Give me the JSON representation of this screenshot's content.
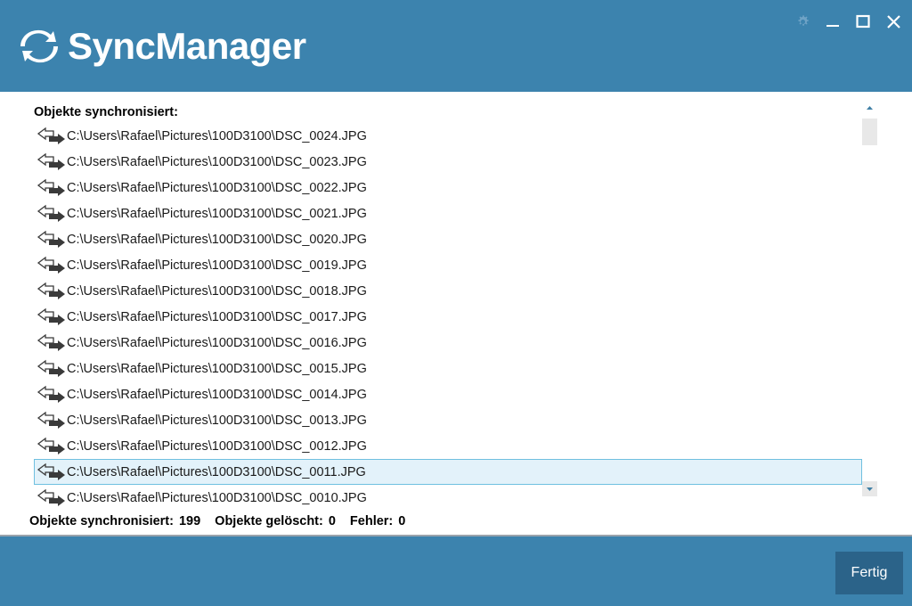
{
  "window": {
    "brand_strong": "Sync",
    "brand_light": "Manager",
    "logo_icon": "sync-circular-arrows-icon",
    "controls": {
      "settings": "gear-icon",
      "minimize": "minimize-icon",
      "maximize": "maximize-icon",
      "close": "close-icon"
    },
    "accent_color": "#3c83ae",
    "button_color": "#2b6389"
  },
  "list": {
    "title": "Objekte synchronisiert:",
    "item_icon": "sync-two-arrows-icon",
    "selected_index": 13,
    "selection_bg": "#e3f2fa",
    "selection_border": "#6fc0e0",
    "items": [
      "C:\\Users\\Rafael\\Pictures\\100D3100\\DSC_0024.JPG",
      "C:\\Users\\Rafael\\Pictures\\100D3100\\DSC_0023.JPG",
      "C:\\Users\\Rafael\\Pictures\\100D3100\\DSC_0022.JPG",
      "C:\\Users\\Rafael\\Pictures\\100D3100\\DSC_0021.JPG",
      "C:\\Users\\Rafael\\Pictures\\100D3100\\DSC_0020.JPG",
      "C:\\Users\\Rafael\\Pictures\\100D3100\\DSC_0019.JPG",
      "C:\\Users\\Rafael\\Pictures\\100D3100\\DSC_0018.JPG",
      "C:\\Users\\Rafael\\Pictures\\100D3100\\DSC_0017.JPG",
      "C:\\Users\\Rafael\\Pictures\\100D3100\\DSC_0016.JPG",
      "C:\\Users\\Rafael\\Pictures\\100D3100\\DSC_0015.JPG",
      "C:\\Users\\Rafael\\Pictures\\100D3100\\DSC_0014.JPG",
      "C:\\Users\\Rafael\\Pictures\\100D3100\\DSC_0013.JPG",
      "C:\\Users\\Rafael\\Pictures\\100D3100\\DSC_0012.JPG",
      "C:\\Users\\Rafael\\Pictures\\100D3100\\DSC_0011.JPG",
      "C:\\Users\\Rafael\\Pictures\\100D3100\\DSC_0010.JPG"
    ]
  },
  "scrollbar": {
    "up_icon": "chevron-up-icon",
    "down_icon": "chevron-down-icon"
  },
  "status": {
    "synced_label": "Objekte synchronisiert:",
    "synced_value": "199",
    "deleted_label": "Objekte gelöscht:",
    "deleted_value": "0",
    "errors_label": "Fehler:",
    "errors_value": "0"
  },
  "footer": {
    "done_label": "Fertig"
  }
}
